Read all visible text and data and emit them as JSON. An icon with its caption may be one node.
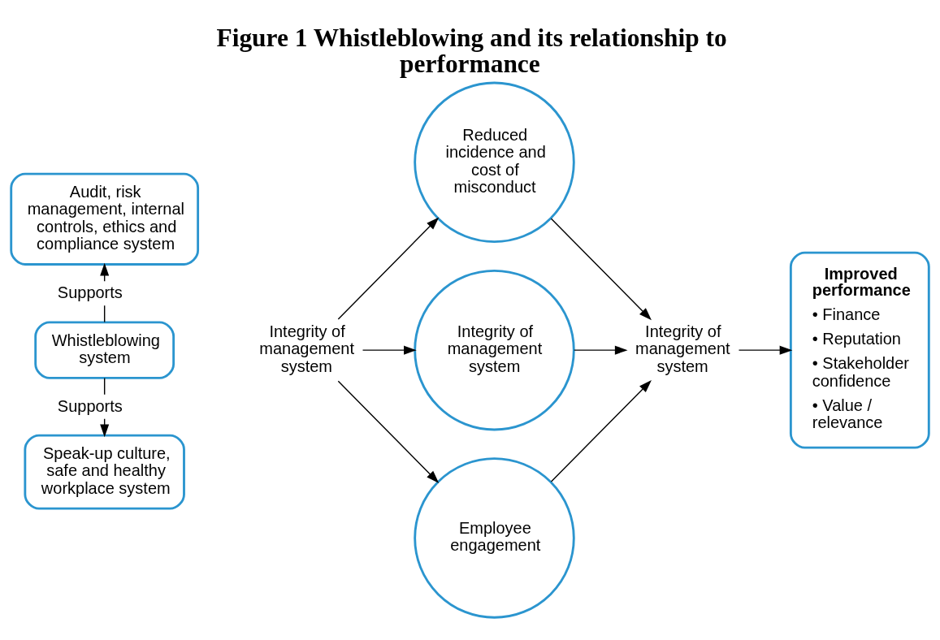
{
  "diagram": {
    "title": "Figure 1 Whistleblowing and its relationship to performance",
    "nodes": [
      {
        "text": [
          "Audit, risk management, internal controls, ethics and compliance system"
        ]
      },
      {
        "text": [
          "Whistleblowing system"
        ]
      },
      {
        "text": [
          "Speak-up culture, safe and healthy workplace system"
        ]
      },
      {
        "text": [
          "Integrity of management system"
        ]
      },
      {
        "text": [
          "Reduced incidence and cost of misconduct"
        ]
      },
      {
        "text": [
          "Integrity of management system"
        ]
      },
      {
        "text": [
          "Employee engagement"
        ]
      },
      {
        "text": [
          "Integrity of management system"
        ]
      },
      {
        "text": [
          "Improved performance",
          "• Finance",
          "• Reputation",
          "• Stakeholder confidence",
          "• Value / relevance"
        ]
      }
    ],
    "edges": [
      {
        "from": 1,
        "to": 0,
        "arrow": "to",
        "label": "Supports"
      },
      {
        "from": 1,
        "to": 2,
        "arrow": "to",
        "label": "Supports"
      },
      {
        "from": 3,
        "to": 4,
        "arrow": "to"
      },
      {
        "from": 3,
        "to": 5,
        "arrow": "to"
      },
      {
        "from": 3,
        "to": 6,
        "arrow": "to"
      },
      {
        "from": 4,
        "to": 7,
        "arrow": "to"
      },
      {
        "from": 5,
        "to": 7,
        "arrow": "to"
      },
      {
        "from": 6,
        "to": 7,
        "arrow": "to"
      },
      {
        "from": 7,
        "to": 8,
        "arrow": "to"
      }
    ]
  }
}
